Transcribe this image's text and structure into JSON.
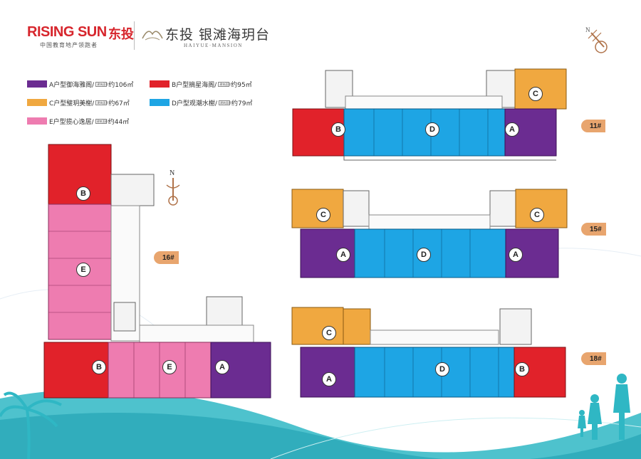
{
  "header": {
    "brand_name": "RISING SUN",
    "brand_cn": "东投",
    "tagline": "中国教育地产领跑者",
    "project_title": "东投 银滩海玥台",
    "project_subtitle": "HAIYUE·MANSION"
  },
  "legend": [
    {
      "label": "A户型御海雅阁/",
      "area_tag": "建筑面积",
      "area": "约106㎡",
      "color": "#6b2c91"
    },
    {
      "label": "B户型摘星海阁/",
      "area_tag": "建筑面积",
      "area": "约95㎡",
      "color": "#e1222a"
    },
    {
      "label": "C户型璧玥美榭/",
      "area_tag": "建筑面积",
      "area": "约67㎡",
      "color": "#f0a840"
    },
    {
      "label": "D户型观潮水榭/",
      "area_tag": "建筑面积",
      "area": "约79㎡",
      "color": "#1ea5e4"
    },
    {
      "label": "E户型揽心逸居/",
      "area_tag": "建筑面积",
      "area": "约44㎡",
      "color": "#ee7cb0"
    }
  ],
  "buildings": [
    {
      "tag": "11#"
    },
    {
      "tag": "15#"
    },
    {
      "tag": "18#"
    },
    {
      "tag": "16#"
    }
  ],
  "unit_letters": {
    "a": "A",
    "b": "B",
    "c": "C",
    "d": "D",
    "e": "E"
  },
  "compass_label": "N",
  "colors": {
    "a": "#6b2c91",
    "b": "#e1222a",
    "c": "#f0a840",
    "d": "#1ea5e4",
    "e": "#ee7cb0",
    "core": "#d9d9d9"
  }
}
